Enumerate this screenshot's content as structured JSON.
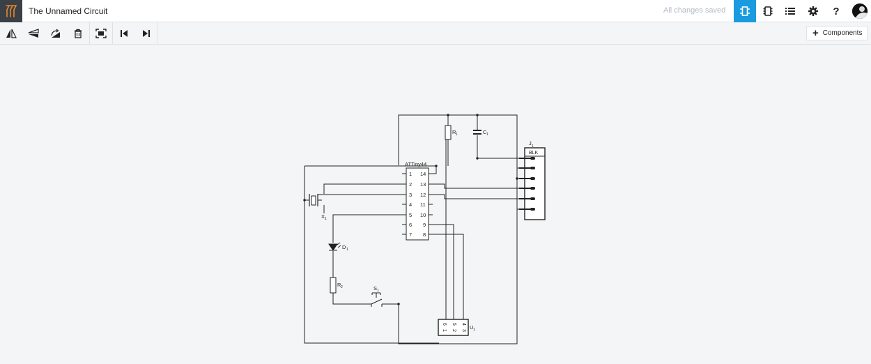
{
  "app": {
    "title": "The Unnamed Circuit",
    "status": "All changes saved"
  },
  "toolbar": {
    "components_label": "Components"
  },
  "schematic": {
    "mcu_name": "ATTiny44",
    "mcu_left_pins": [
      "1",
      "2",
      "3",
      "4",
      "5",
      "6",
      "7"
    ],
    "mcu_right_pins": [
      "14",
      "13",
      "12",
      "11",
      "10",
      "9",
      "8"
    ],
    "r1": "R",
    "r1_sub": "1",
    "c1": "C",
    "c1_sub": "1",
    "j1": "J",
    "j1_sub": "1",
    "j1_name": "BLK",
    "x1": "X",
    "x1_sub": "1",
    "d1": "D",
    "d1_sub": "1",
    "r2": "R",
    "r2_sub": "2",
    "s1": "S",
    "s1_sub": "1",
    "u1": "U",
    "u1_sub": "1",
    "u1_top_pins": [
      "6",
      "5",
      "4"
    ],
    "u1_bottom_pins": [
      "1",
      "2",
      "3"
    ]
  }
}
